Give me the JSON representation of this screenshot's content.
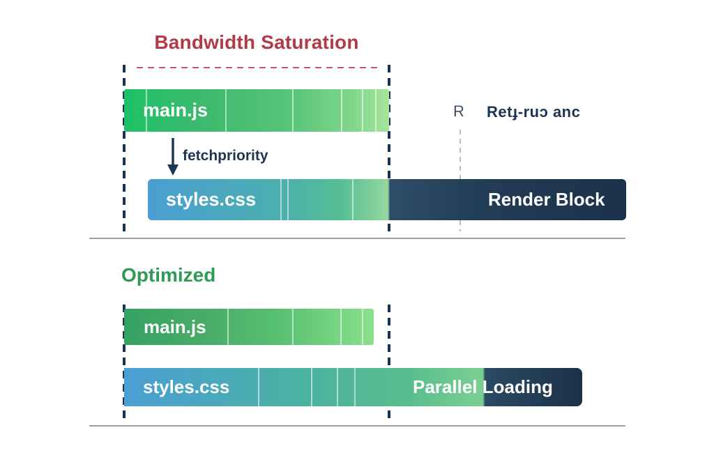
{
  "top_section": {
    "title": "Bandwidth Saturation",
    "mainjs_bar": {
      "label": "main.js"
    },
    "arrow": {
      "label": "fetchpriority"
    },
    "styles_bar": {
      "label": "styles.css",
      "blocked_label": "Render Block"
    },
    "annotation": {
      "r_label": "R",
      "garbled_label": "Retɟ-ruɔ anc"
    }
  },
  "bottom_section": {
    "title": "Optimized",
    "mainjs_bar": {
      "label": "main.js"
    },
    "styles_bar": {
      "label": "styles.css",
      "parallel_label": "Parallel Loading"
    }
  },
  "colors": {
    "title_red": "#b23a46",
    "title_green": "#2f9a56",
    "navy_text": "#1d3553",
    "bar_green_start": "#1ec167",
    "bar_green_end": "#a5e49d",
    "bar_blue_start": "#4a9fd4",
    "bar_teal_mid": "#4bb2a0",
    "bar_dark_navy": "#1b3149",
    "divider_gray": "#9ba1a7"
  }
}
